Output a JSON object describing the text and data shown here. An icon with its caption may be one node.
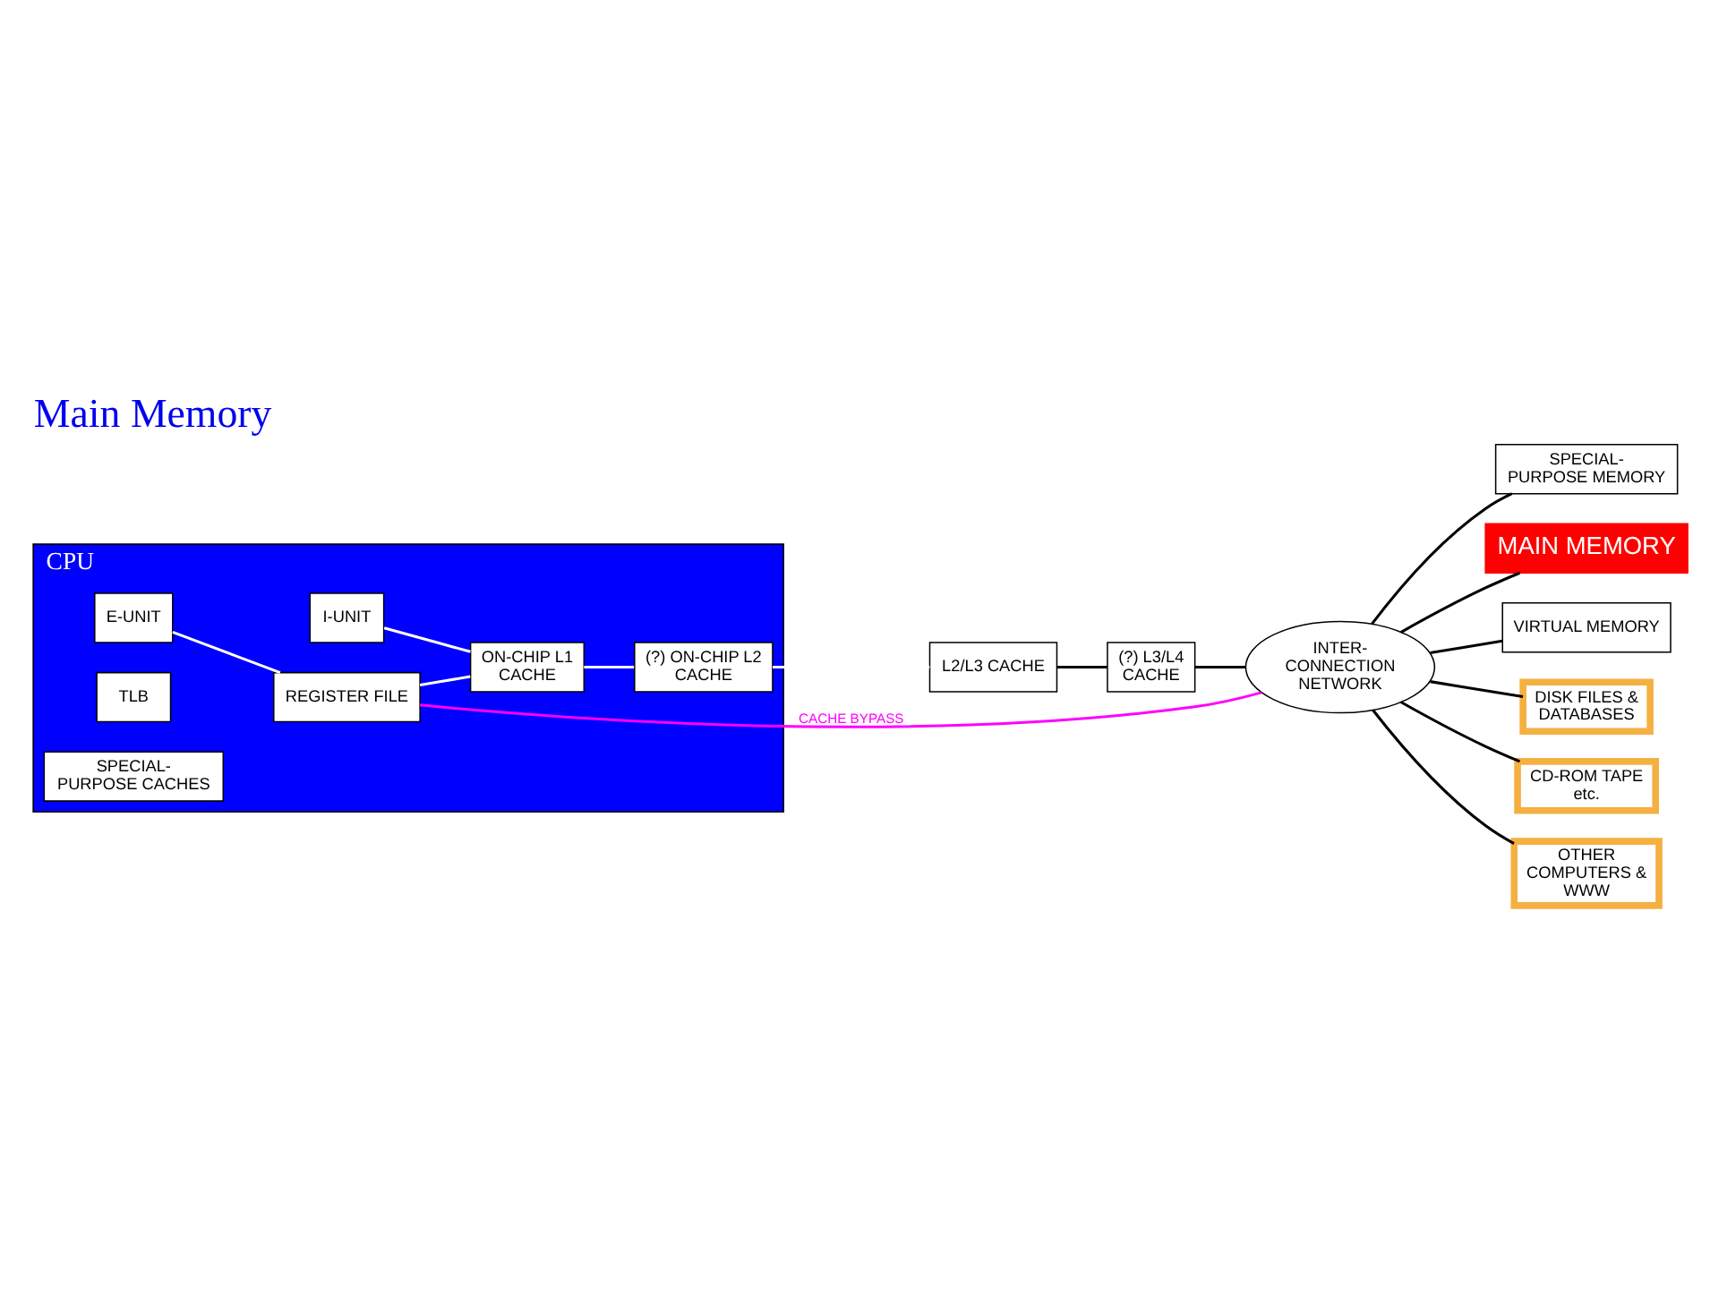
{
  "diagram": {
    "title": "Main Memory",
    "nodes": [
      {
        "text": [
          "CPU"
        ]
      },
      {
        "text": [
          "I-UNIT"
        ],
        "in": 0
      },
      {
        "text": [
          "E-UNIT"
        ],
        "in": 0
      },
      {
        "text": [
          "REGISTER FILE"
        ],
        "in": 0
      },
      {
        "text": [
          "ON-CHIP L1 CACHE"
        ],
        "in": 0
      },
      {
        "text": [
          "(?) ON-CHIP L2 CACHE"
        ],
        "in": 0
      },
      {
        "text": [
          "TLB"
        ],
        "in": 0
      },
      {
        "text": [
          "SPECIAL- PURPOSE CACHES"
        ],
        "in": 0
      },
      {
        "text": [
          "L2/L3 CACHE"
        ]
      },
      {
        "text": [
          "(?) L3/L4 CACHE"
        ]
      },
      {
        "text": [
          "INTER- CONNECTION NETWORK"
        ]
      },
      {
        "text": [
          "SPECIAL- PURPOSE MEMORY"
        ]
      },
      {
        "text": [
          "MAIN MEMORY"
        ]
      },
      {
        "text": [
          "VIRTUAL MEMORY"
        ]
      },
      {
        "text": [
          "DISK FILES & DATABASES"
        ]
      },
      {
        "text": [
          "CD-ROM TAPE etc."
        ]
      },
      {
        "text": [
          "OTHER COMPUTERS & WWW"
        ]
      }
    ],
    "edges": [
      {
        "from": 1,
        "to": 4,
        "arrow": "none",
        "color": "#ffffff"
      },
      {
        "from": 2,
        "to": 3,
        "arrow": "none",
        "color": "#ffffff"
      },
      {
        "from": 3,
        "to": 4,
        "arrow": "none",
        "color": "#ffffff"
      },
      {
        "from": 4,
        "to": 5,
        "arrow": "none",
        "color": "#ffffff"
      },
      {
        "from": 5,
        "to": 8,
        "arrow": "none",
        "color": "#ffffff"
      },
      {
        "from": 8,
        "to": 9,
        "arrow": "none"
      },
      {
        "from": 9,
        "to": 10,
        "arrow": "none"
      },
      {
        "from": 3,
        "to": 10,
        "arrow": "none",
        "label": "CACHE BYPASS",
        "color": "#ff00ff"
      },
      {
        "from": 10,
        "to": 11,
        "arrow": "none"
      },
      {
        "from": 10,
        "to": 12,
        "arrow": "none"
      },
      {
        "from": 10,
        "to": 13,
        "arrow": "none"
      },
      {
        "from": 10,
        "to": 14,
        "arrow": "none"
      },
      {
        "from": 10,
        "to": 15,
        "arrow": "none"
      },
      {
        "from": 10,
        "to": 16,
        "arrow": "none"
      }
    ]
  }
}
